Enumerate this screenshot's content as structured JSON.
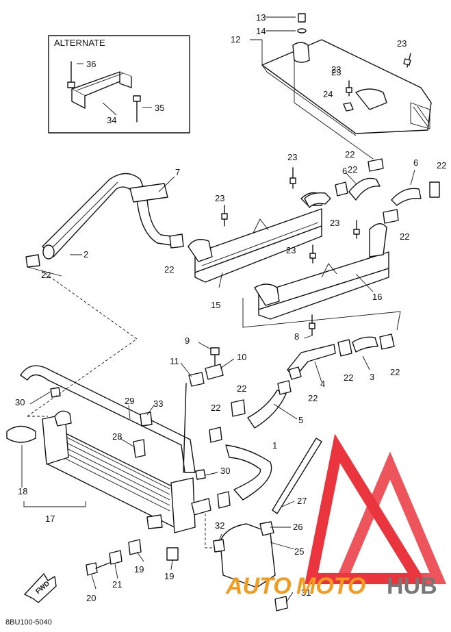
{
  "diagram": {
    "inset_label": "ALTERNATE",
    "drawing_code": "8BU100-5040",
    "fwd_label": "FWD",
    "watermark": {
      "text_left": "AUTO",
      "text_mid": "MOTO",
      "text_right": "HUB",
      "colors": {
        "logo": "#e8202a",
        "text_orange": "#f29b1d",
        "text_gray": "#777777"
      }
    },
    "callouts": [
      "1",
      "2",
      "3",
      "4",
      "5",
      "6",
      "6",
      "7",
      "8",
      "9",
      "10",
      "11",
      "12",
      "13",
      "14",
      "15",
      "16",
      "17",
      "18",
      "19",
      "19",
      "20",
      "21",
      "22",
      "22",
      "22",
      "22",
      "22",
      "22",
      "22",
      "22",
      "22",
      "22",
      "22",
      "23",
      "23",
      "23",
      "23",
      "23",
      "23",
      "23",
      "24",
      "25",
      "26",
      "27",
      "28",
      "29",
      "30",
      "30",
      "31",
      "32",
      "33",
      "34",
      "35",
      "36"
    ]
  }
}
